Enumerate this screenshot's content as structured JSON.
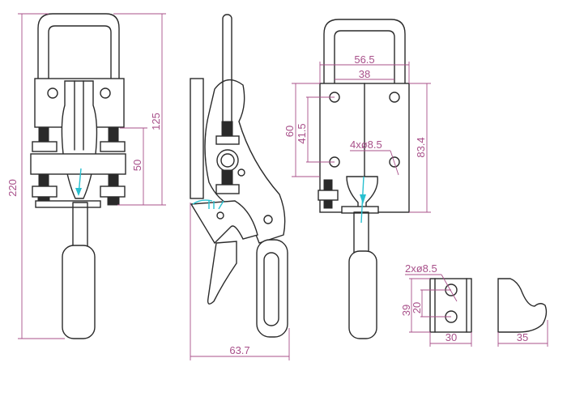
{
  "drawing": {
    "line_color": "#2a2a2a",
    "dimension_color": "#a8508a",
    "accent_color": "#28c0d0",
    "front_view": {
      "overall_height": "220",
      "upper_height": "125",
      "bolt_spacing": "50"
    },
    "side_view": {
      "depth": "63.7"
    },
    "rear_view": {
      "outer_width": "56.5",
      "hole_spacing_x": "38",
      "height_60": "60",
      "hole_spacing_y": "41.5",
      "body_height": "83.4",
      "hole_callout": "4xø8.5"
    },
    "catch_plate": {
      "hole_callout": "2xø8.5",
      "height": "39",
      "hole_spacing": "20",
      "width": "30"
    },
    "hook_profile": {
      "width": "35"
    }
  }
}
